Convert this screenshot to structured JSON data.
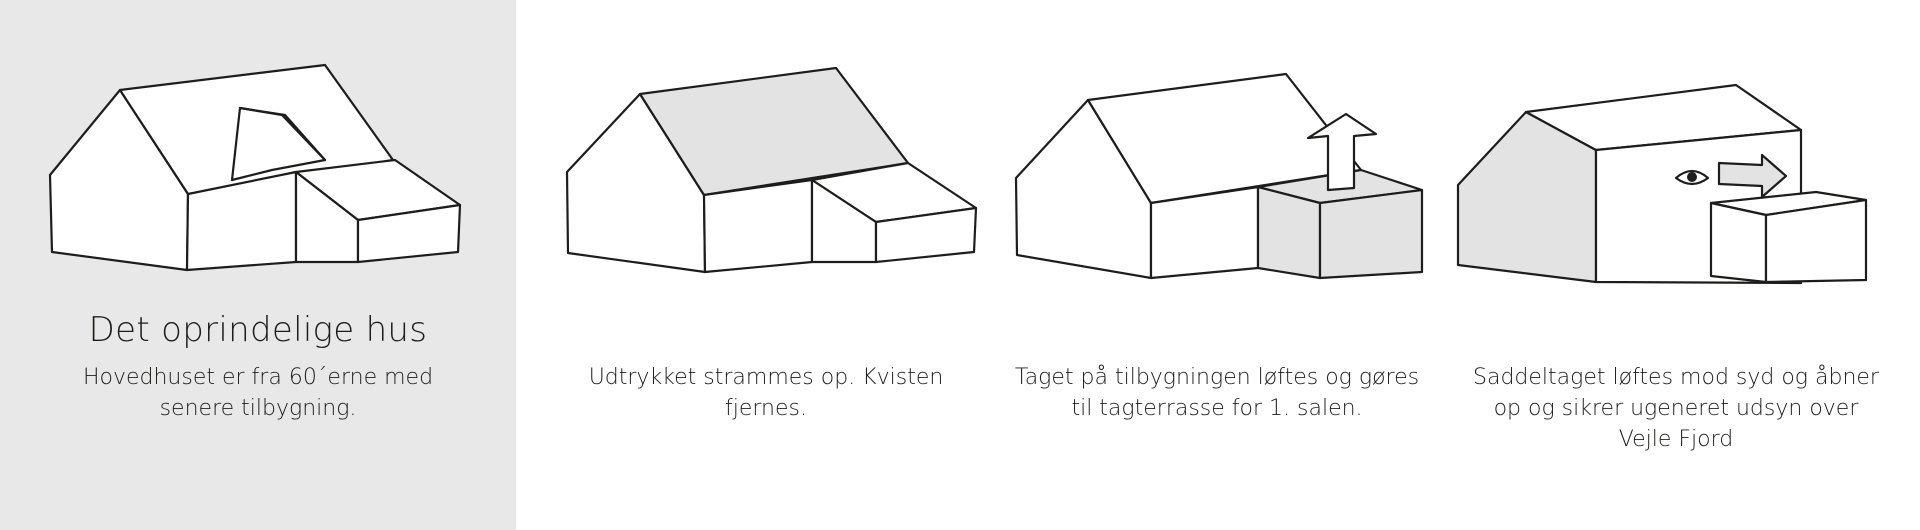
{
  "panel_bg_color": "#e8e8e8",
  "highlight_color": "#e3e3e3",
  "steps": [
    {
      "title": "Det oprindelige hus",
      "caption": "Hovedhuset er fra 60´erne med senere tilbygning."
    },
    {
      "caption": "Udtrykket strammes op. Kvisten fjernes."
    },
    {
      "caption": "Taget på tilbygningen løftes og gøres til tagterrasse for 1. salen.",
      "icon": "arrow-up-icon"
    },
    {
      "caption": "Saddeltaget løftes mod syd og åbner op og sikrer ugeneret udsyn over Vejle Fjord",
      "icons": [
        "eye-icon",
        "arrow-right-icon"
      ]
    }
  ]
}
